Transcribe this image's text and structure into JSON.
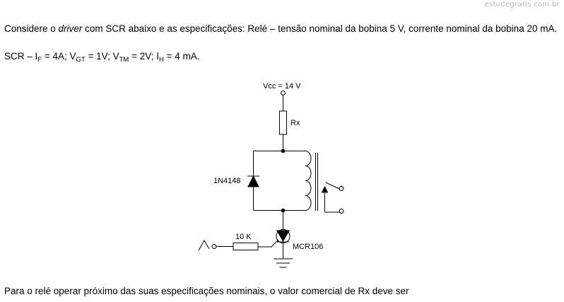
{
  "watermark": "estudegratis.com.br",
  "question": {
    "p1_a": "Considere o ",
    "p1_italic": "driver",
    "p1_b": " com SCR abaixo e as especificações: Relé – tensão nominal da bobina 5 V, corrente nominal da bobina 20 mA.",
    "p2": {
      "s1": "SCR – I",
      "sub_f": "F",
      "s2": " = 4A; V",
      "sub_gt": "GT",
      "s3": " = 1V; V",
      "sub_tm": "TM",
      "s4": " = 2V; I",
      "sub_h": "H",
      "s5": " = 4 mA."
    },
    "p3": "Para o relé operar próximo das suas especificações nominais, o valor comercial de Rx deve ser"
  },
  "circuit": {
    "vcc_label": "Vcc = 14 V",
    "rx_label": "Rx",
    "diode_label": "1N4148",
    "gate_resistor_label": "10 K",
    "scr_label": "MCR106"
  }
}
